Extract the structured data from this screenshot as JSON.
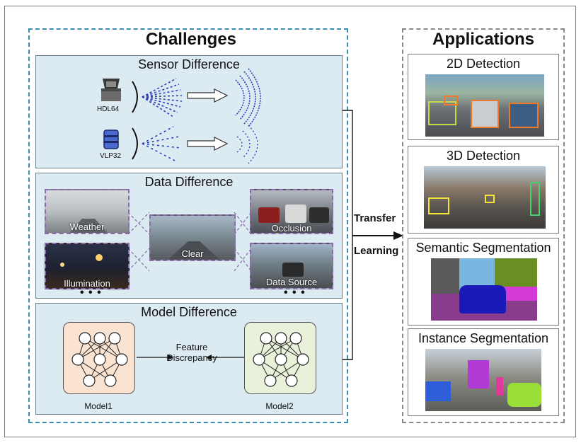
{
  "left": {
    "title": "Challenges",
    "sensor": {
      "title": "Sensor Difference",
      "lidar_top_label": "HDL64",
      "lidar_bottom_label": "VLP32"
    },
    "data": {
      "title": "Data Difference",
      "thumbs": {
        "weather": "Weather",
        "illumination": "Illumination",
        "clear": "Clear",
        "occlusion": "Occlusion",
        "data_source": "Data Source"
      },
      "ellipsis": "• • •"
    },
    "model": {
      "title": "Model Difference",
      "feature_line1": "Feature",
      "feature_line2": "Discrepancy",
      "model1": "Model1",
      "model2": "Model2"
    }
  },
  "transfer": {
    "line1": "Transfer",
    "line2": "Learning"
  },
  "right": {
    "title": "Applications",
    "items": [
      {
        "label": "2D Detection"
      },
      {
        "label": "3D Detection"
      },
      {
        "label": "Semantic Segmentation"
      },
      {
        "label": "Instance Segmentation"
      }
    ]
  },
  "colors": {
    "panel_bg": "#dceaf2",
    "left_dash": "#3a8db0",
    "wave_blue": "#2b3fbf",
    "model1_fill": "#fbe3d2",
    "model2_fill": "#e9f1da"
  }
}
